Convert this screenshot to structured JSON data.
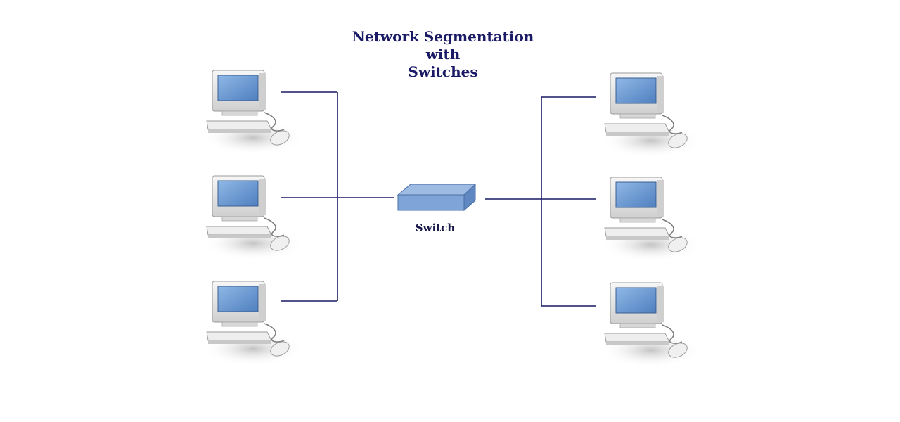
{
  "diagram": {
    "title_lines": [
      "Network Segmentation",
      "with",
      "Switches"
    ],
    "switch_label": "Switch",
    "colors": {
      "line": "#1a1a66",
      "switch_top": "#9dbbe3",
      "switch_front": "#7ea4d8",
      "switch_side": "#5f87c2",
      "screen": "#6f9fd6",
      "case": "#e6e6e6"
    },
    "nodes": {
      "switch": "switch-icon",
      "left_computers": [
        "computer-icon",
        "computer-icon",
        "computer-icon"
      ],
      "right_computers": [
        "computer-icon",
        "computer-icon",
        "computer-icon"
      ]
    }
  }
}
